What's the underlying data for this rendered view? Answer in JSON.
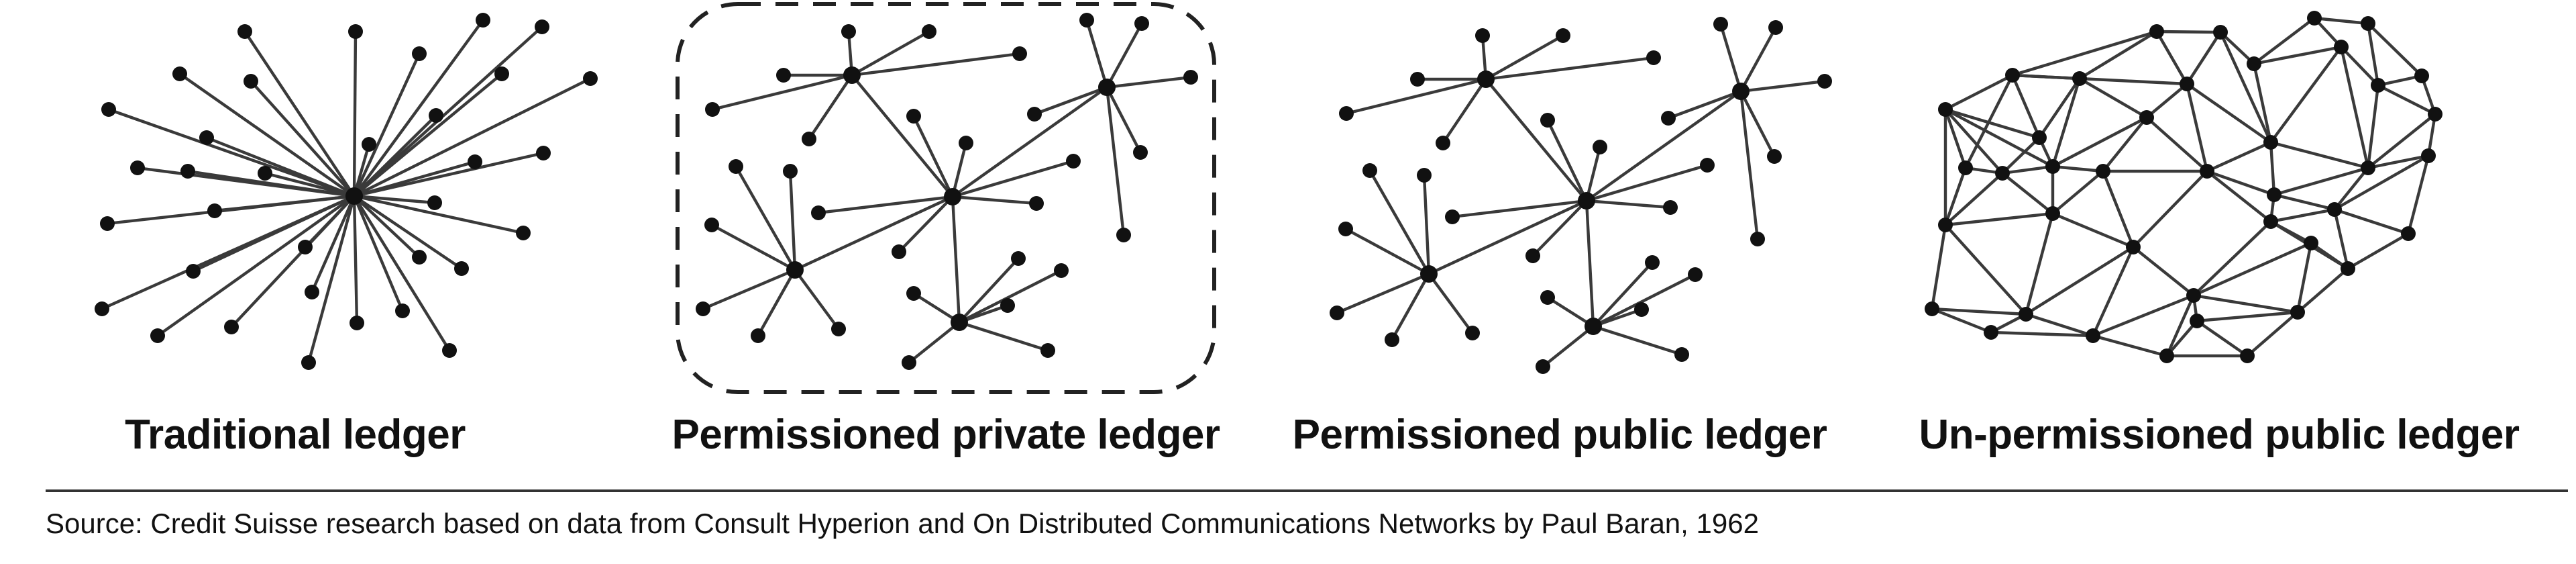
{
  "panels": [
    {
      "id": "traditional",
      "label": "Traditional ledger",
      "topology": "centralized"
    },
    {
      "id": "permissioned-private",
      "label": "Permissioned private ledger",
      "topology": "decentralized",
      "boundary": "dashed"
    },
    {
      "id": "permissioned-public",
      "label": "Permissioned public ledger",
      "topology": "decentralized"
    },
    {
      "id": "unpermissioned-public",
      "label": "Un-permissioned public ledger",
      "topology": "distributed mesh"
    }
  ],
  "source": "Source: Credit Suisse research based on data from Consult Hyperion and On Distributed Communications Networks by Paul Baran, 1962",
  "colors": {
    "line": "#3a3a3a",
    "node": "#111111",
    "text": "#111111"
  }
}
